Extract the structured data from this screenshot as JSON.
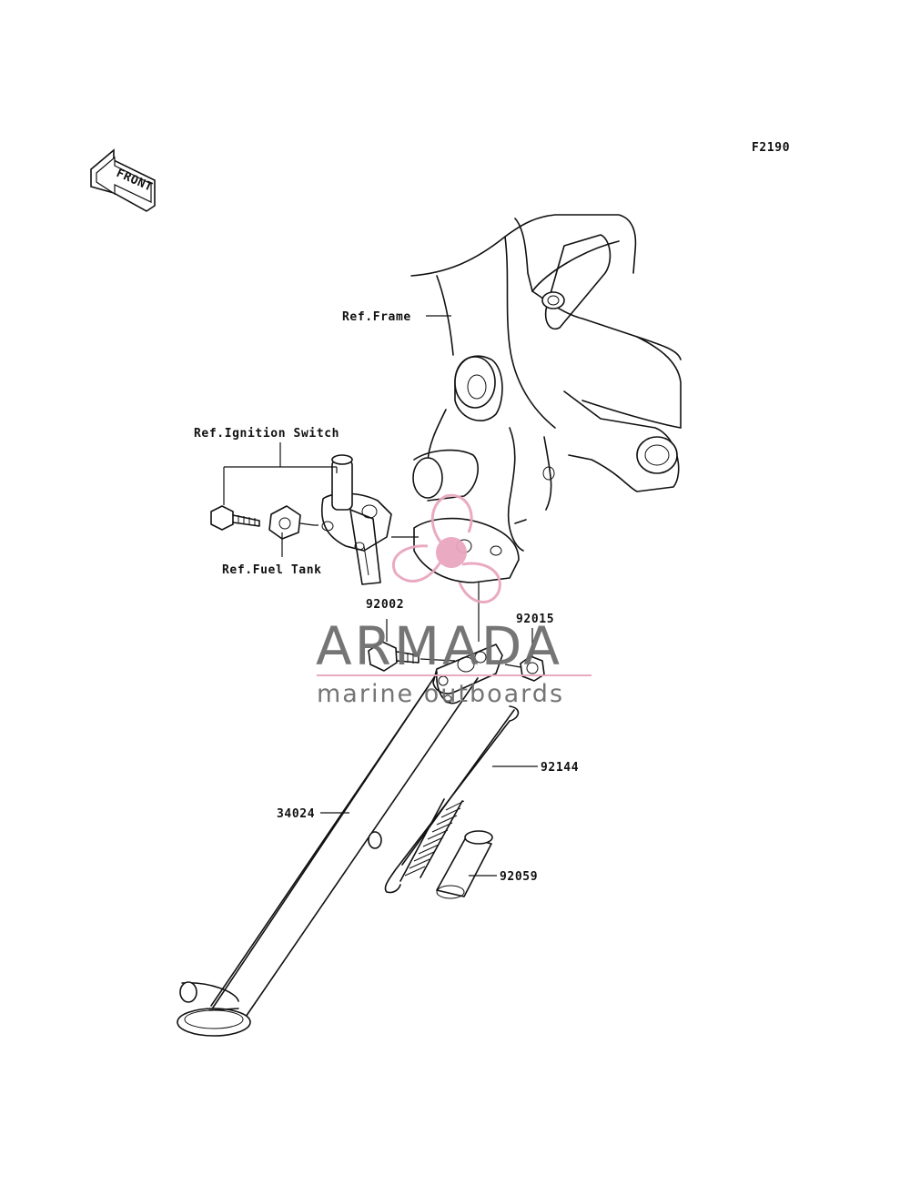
{
  "diagram": {
    "figure_code": "F2190",
    "front_label": "FRONT"
  },
  "callouts": {
    "ref_frame": "Ref.Frame",
    "ref_ignition_switch": "Ref.Ignition Switch",
    "ref_fuel_tank": "Ref.Fuel Tank",
    "part_92002": "92002",
    "part_92015": "92015",
    "part_92144": "92144",
    "part_34024": "34024",
    "part_92059": "92059"
  },
  "watermark": {
    "brand": "ARMADA",
    "tagline": "marine outboards",
    "color_pink": "#e8a6bf",
    "color_gray": "#6e6e6e"
  }
}
